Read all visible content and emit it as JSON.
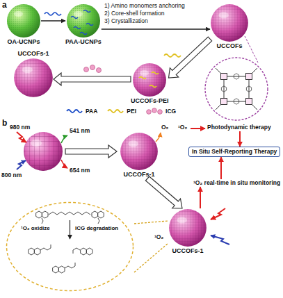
{
  "diagram": {
    "nodes": [
      {
        "text": [
          "OA-UCNPs"
        ]
      },
      {
        "text": [
          "PAA-UCNPs"
        ]
      },
      {
        "text": [
          "UCCOFs"
        ]
      },
      {
        "text": [
          "UCCOFs-PEI"
        ]
      },
      {
        "text": [
          "UCCOFs-1"
        ]
      },
      {
        "text": [
          "UCCOFs-1"
        ]
      },
      {
        "text": [
          "Photodynamic therapy"
        ]
      },
      {
        "text": [
          "In Situ Self-Reporting Therapy"
        ]
      },
      {
        "text": [
          "¹O₂ real-time in situ monitoring"
        ]
      },
      {
        "text": [
          "¹O₂ oxidize",
          "ICG degradation"
        ]
      },
      {
        "text": [
          "UCCOFs-1"
        ]
      }
    ],
    "edges": [
      {
        "from": 0,
        "to": 1,
        "arrow": "to"
      },
      {
        "from": 1,
        "to": 2,
        "arrow": "to"
      },
      {
        "from": 2,
        "to": 3,
        "arrow": "to"
      },
      {
        "from": 3,
        "to": 4,
        "arrow": "to"
      },
      {
        "from": 5,
        "to": 10,
        "arrow": "to"
      },
      {
        "from": 6,
        "to": 7,
        "arrow": "to"
      },
      {
        "from": 8,
        "to": 7,
        "arrow": "to"
      },
      {
        "from": 10,
        "to": 8,
        "arrow": "to"
      },
      {
        "from": 9,
        "to": 10,
        "arrow": "none"
      },
      {
        "from": 9,
        "to": 10,
        "arrow": "none"
      }
    ],
    "labels": [
      "a",
      "1) Amino monomers anchoring",
      "2) Core-shell formation",
      "3) Crystallization",
      "b",
      "980 nm",
      "800 nm",
      "541 nm",
      "654 nm",
      "O₂",
      "¹O₂",
      "¹O₂"
    ],
    "legend": [
      {
        "text": "PAA"
      },
      {
        "text": "PEI"
      },
      {
        "text": "ICG"
      }
    ]
  }
}
